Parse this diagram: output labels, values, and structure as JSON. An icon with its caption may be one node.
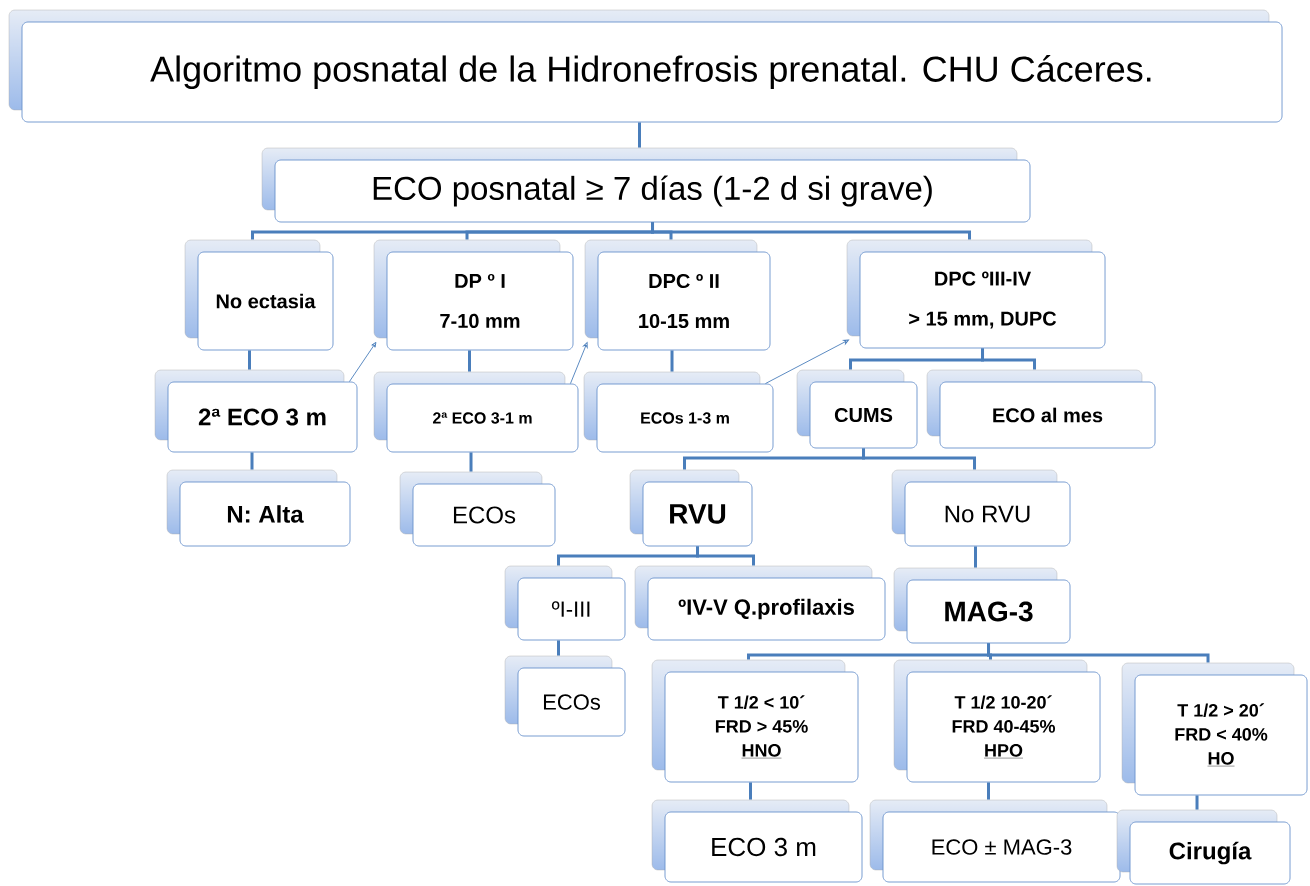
{
  "diagram": {
    "nodes": [
      {
        "text": [
          "Algoritmo posnatal de la Hidronefrosis prenatal. CHU Cáceres."
        ]
      },
      {
        "text": [
          "ECO posnatal ≥ 7 días (1-2 d si grave)"
        ]
      },
      {
        "text": [
          "No ectasia"
        ]
      },
      {
        "text": [
          "DP º I",
          "7-10 mm"
        ]
      },
      {
        "text": [
          "DPC º II",
          "10-15 mm"
        ]
      },
      {
        "text": [
          "DPC ºIII-IV",
          "> 15 mm, DUPC"
        ]
      },
      {
        "text": [
          "2ª ECO 3 m"
        ]
      },
      {
        "text": [
          "2ª ECO 3-1 m"
        ]
      },
      {
        "text": [
          "ECOs 1-3 m"
        ]
      },
      {
        "text": [
          "CUMS"
        ]
      },
      {
        "text": [
          "ECO al mes"
        ]
      },
      {
        "text": [
          "N: Alta"
        ]
      },
      {
        "text": [
          "ECOs"
        ]
      },
      {
        "text": [
          "RVU"
        ]
      },
      {
        "text": [
          "No RVU"
        ]
      },
      {
        "text": [
          "ºI-III"
        ]
      },
      {
        "text": [
          "ºIV-V Q.profilaxis"
        ]
      },
      {
        "text": [
          "MAG-3"
        ]
      },
      {
        "text": [
          "ECOs"
        ]
      },
      {
        "text": [
          "T 1/2 < 10´",
          "FRD > 45%",
          "HNO"
        ]
      },
      {
        "text": [
          "T 1/2 10-20´",
          "FRD 40-45%",
          "HPO"
        ]
      },
      {
        "text": [
          "T 1/2 > 20´",
          "FRD < 40%",
          "HO"
        ]
      },
      {
        "text": [
          "ECO 3 m"
        ]
      },
      {
        "text": [
          "ECO ± MAG-3"
        ]
      },
      {
        "text": [
          "Cirugía"
        ]
      }
    ],
    "edges": [
      {
        "from": 0,
        "to": 1,
        "arrow": "none"
      },
      {
        "from": 1,
        "to": 2,
        "arrow": "none"
      },
      {
        "from": 1,
        "to": 3,
        "arrow": "none"
      },
      {
        "from": 1,
        "to": 4,
        "arrow": "none"
      },
      {
        "from": 1,
        "to": 5,
        "arrow": "none"
      },
      {
        "from": 2,
        "to": 6,
        "arrow": "none"
      },
      {
        "from": 6,
        "to": 11,
        "arrow": "none"
      },
      {
        "from": 3,
        "to": 7,
        "arrow": "none"
      },
      {
        "from": 7,
        "to": 12,
        "arrow": "none"
      },
      {
        "from": 4,
        "to": 8,
        "arrow": "none"
      },
      {
        "from": 5,
        "to": 9,
        "arrow": "none"
      },
      {
        "from": 5,
        "to": 10,
        "arrow": "none"
      },
      {
        "from": 9,
        "to": 13,
        "arrow": "none"
      },
      {
        "from": 9,
        "to": 14,
        "arrow": "none"
      },
      {
        "from": 13,
        "to": 15,
        "arrow": "none"
      },
      {
        "from": 13,
        "to": 16,
        "arrow": "none"
      },
      {
        "from": 14,
        "to": 17,
        "arrow": "none"
      },
      {
        "from": 15,
        "to": 18,
        "arrow": "none"
      },
      {
        "from": 17,
        "to": 19,
        "arrow": "none"
      },
      {
        "from": 17,
        "to": 20,
        "arrow": "none"
      },
      {
        "from": 17,
        "to": 21,
        "arrow": "none"
      },
      {
        "from": 19,
        "to": 22,
        "arrow": "none"
      },
      {
        "from": 20,
        "to": 23,
        "arrow": "none"
      },
      {
        "from": 21,
        "to": 24,
        "arrow": "none"
      },
      {
        "from": 6,
        "to": 3,
        "arrow": "to"
      },
      {
        "from": 7,
        "to": 4,
        "arrow": "to"
      },
      {
        "from": 8,
        "to": 5,
        "arrow": "to"
      }
    ]
  }
}
